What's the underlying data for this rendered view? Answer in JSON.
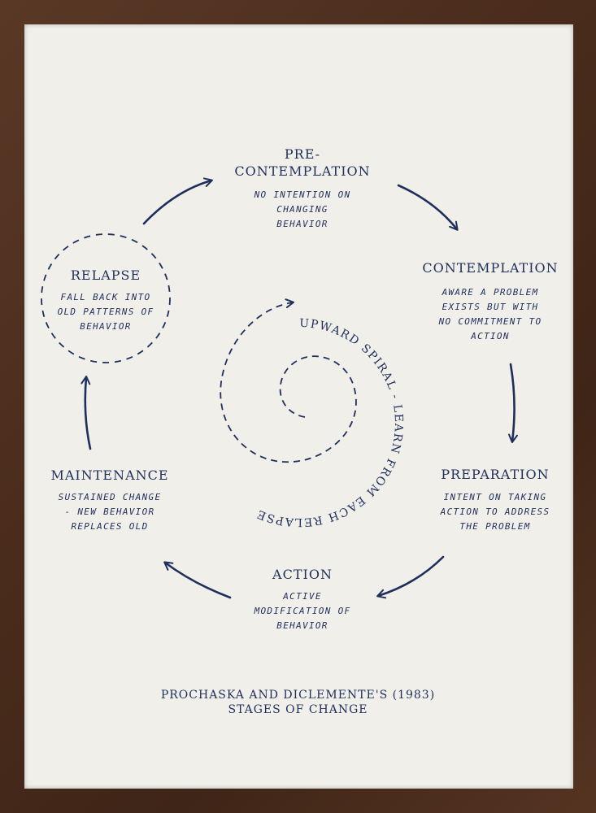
{
  "stages": {
    "precontemplation": {
      "title_line1": "PRE-",
      "title_line2": "CONTEMPLATION",
      "desc": [
        "NO INTENTION ON",
        "CHANGING",
        "BEHAVIOR"
      ]
    },
    "contemplation": {
      "title": "CONTEMPLATION",
      "desc": [
        "AWARE A PROBLEM",
        "EXISTS BUT WITH",
        "NO COMMITMENT TO",
        "ACTION"
      ]
    },
    "preparation": {
      "title": "PREPARATION",
      "desc": [
        "INTENT ON TAKING",
        "ACTION TO ADDRESS",
        "THE PROBLEM"
      ]
    },
    "action": {
      "title": "ACTION",
      "desc": [
        "ACTIVE",
        "MODIFICATION OF",
        "BEHAVIOR"
      ]
    },
    "maintenance": {
      "title": "MAINTENANCE",
      "desc": [
        "SUSTAINED CHANGE",
        "- NEW BEHAVIOR",
        "REPLACES OLD"
      ]
    },
    "relapse": {
      "title": "RELAPSE",
      "desc": [
        "FALL BACK INTO",
        "OLD PATTERNS OF",
        "BEHAVIOR"
      ]
    }
  },
  "spiral_label": "UPWARD SPIRAL - LEARN FROM EACH RELAPSE",
  "caption": {
    "line1": "PROCHASKA AND DICLEMENTE'S (1983)",
    "line2": "STAGES OF CHANGE"
  },
  "colors": {
    "ink": "#1f2f5c",
    "paper": "#f1efea",
    "frame": "#4a2e1f"
  }
}
